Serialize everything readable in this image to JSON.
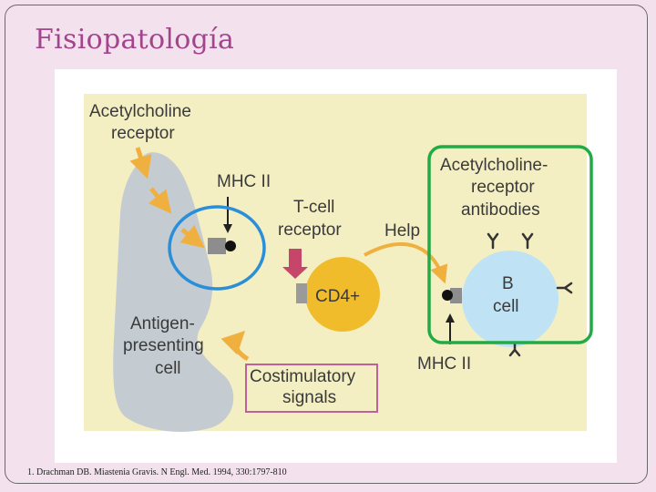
{
  "slide": {
    "title": "Fisiopatología"
  },
  "figure": {
    "labels": {
      "ach_receptor_1": "Acetylcholine",
      "ach_receptor_2": "receptor",
      "mhc_ii_top": "MHC II",
      "tcell_receptor_1": "T-cell",
      "tcell_receptor_2": "receptor",
      "help": "Help",
      "antibodies_1": "Acetylcholine-",
      "antibodies_2": "receptor",
      "antibodies_3": "antibodies",
      "cd4": "CD4+",
      "bcell_1": "B",
      "bcell_2": "cell",
      "apc_1": "Antigen-",
      "apc_2": "presenting",
      "apc_3": "cell",
      "costim_1": "Costimulatory",
      "costim_2": "signals",
      "mhc_ii_bottom": "MHC II"
    },
    "colors": {
      "figure_background": "#f4efc2",
      "apc_cell": "#c4ccd2",
      "tcell": "#f0bc2c",
      "bcell": "#bfe3f5",
      "arrow_orange": "#f0b040",
      "tcr_marker": "#c5466a",
      "highlight_blue": "#2a8fd8",
      "highlight_green": "#22aa44",
      "highlight_pink": "#c0609a"
    }
  },
  "footer": {
    "reference": "1.   Drachman DB. Miastenia Gravis. N Engl. Med. 1994, 330:1797-810"
  }
}
